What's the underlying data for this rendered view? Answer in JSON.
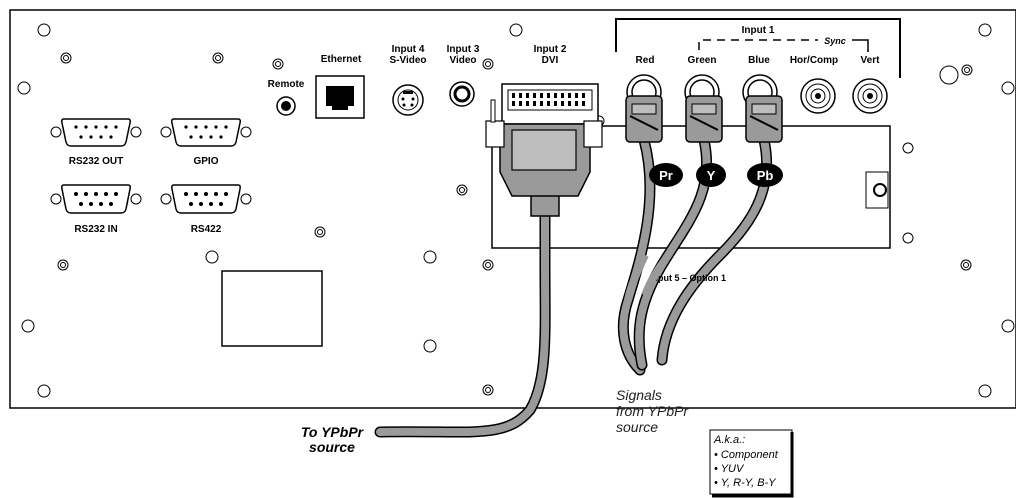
{
  "ports": {
    "remote": "Remote",
    "ethernet": "Ethernet",
    "input4_line1": "Input 4",
    "input4_line2": "S-Video",
    "input3_line1": "Input 3",
    "input3_line2": "Video",
    "input2_line1": "Input 2",
    "input2_line2": "DVI",
    "rs232out": "RS232 OUT",
    "gpio": "GPIO",
    "rs232in": "RS232 IN",
    "rs422": "RS422"
  },
  "input1": {
    "title": "Input 1",
    "sync": "Sync",
    "red": "Red",
    "green": "Green",
    "blue": "Blue",
    "horcomp": "Hor/Comp",
    "vert": "Vert"
  },
  "option": "Input 5 – Option 1",
  "tags": {
    "pr": "Pr",
    "y": "Y",
    "pb": "Pb"
  },
  "captions": {
    "to_line1": "To YPbPr",
    "to_line2": "source",
    "signals_line1": "Signals",
    "signals_line2": "from YPbPr",
    "signals_line3": "source"
  },
  "aka": {
    "title": "A.k.a.:",
    "items": [
      "• Component",
      "• YUV",
      "• Y, R-Y, B-Y"
    ]
  }
}
